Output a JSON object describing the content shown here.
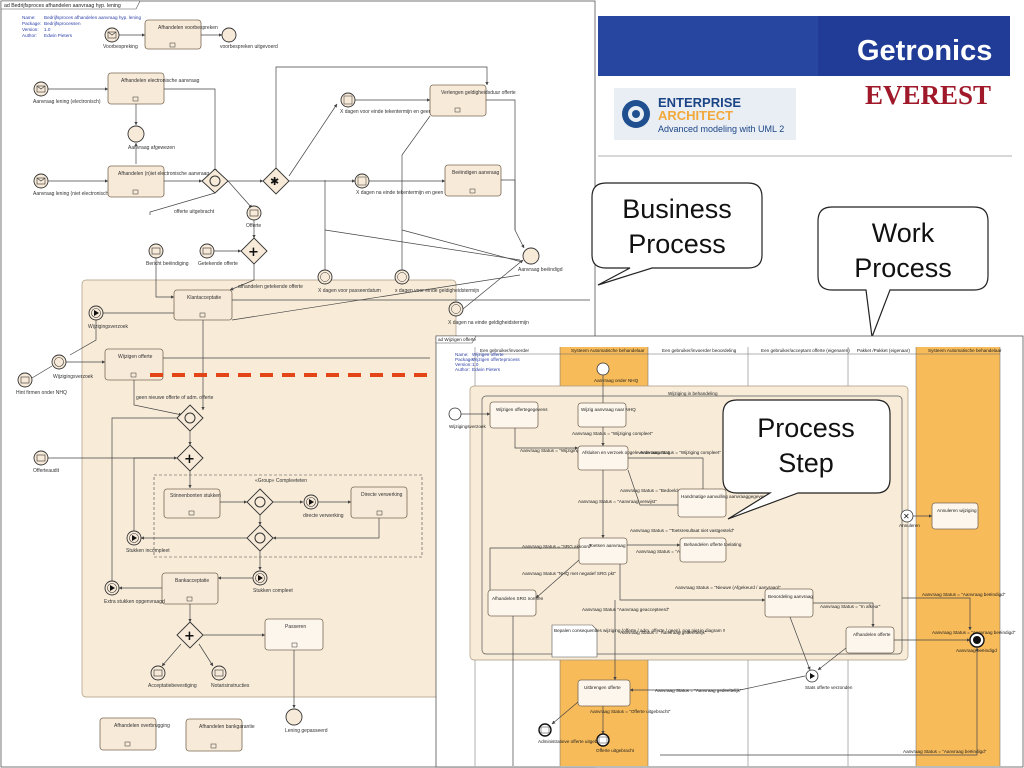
{
  "bp": {
    "frame_title": "ad Bedrijfsproces afhandelen aanvraag hyp. lening",
    "meta": {
      "name_label": "Name:",
      "name_val": "Bedrijfsproces afhandelen aanvraag hyp. lening",
      "pkg_label": "Package:",
      "pkg_val": "Bedrijfsprocessen",
      "ver_label": "Version:",
      "ver_val": "1.0",
      "author_label": "Author:",
      "author_val": "Edwin Pieters"
    },
    "events": {
      "voorbespreking": "Voorbespreking",
      "voorbespreking_done": "voorbespreken uitgevoerd",
      "aanvraag_elec": "Aanvraag lening (electronisch)",
      "aanvraag_afgewezen": "Aanvraag afgewezen",
      "aanvraag_niet_elec": "Aanvraag lening (niet electronisch)",
      "offerte": "Offerte",
      "offerte_uitgebracht": "offerte uitgebracht",
      "bericht_beeindiging": "Bericht beëindiging",
      "getekende_offerte": "Getekende offerte",
      "aanvraag_beeindigd": "Aanvraag beëindigd",
      "x_dagen_passeer": "X dagen voor passeerdatum",
      "x_dagen_einde": "x dagen voor einde geldigheidstermijn",
      "x_dagen_na": "X dagen na einde geldigheidstermijn",
      "afhandelen_getekende": "afhandelen getekende offerte",
      "wijzigingsverzoek": "Wijzigingsverzoek",
      "hint_niet_nhq": "Hint firmen onder NHQ",
      "wijzigingsverzoek2": "Wijzigingsverzoek",
      "offerteaudit": "Offerteaudit",
      "geen_nieuwe": "geen nieuwe offerte of adm. offerte",
      "directe_verwerking": "directe verwerking",
      "stukken_incompleet": "Stukken incompleet",
      "stukken_compleet": "Stukken compleet",
      "extra_stukken": "Extra stukken opgenvraagd",
      "acceptatiebevestiging": "Acceptatiebevestiging",
      "notarisinstructies": "Notarisinstructies",
      "lening_gepasseerd": "Lening gepasseerd"
    },
    "timer_labels": {
      "x_dagen_verlengen": "X dagen voor einde tekentermijn en geen getekende offerte",
      "x_dagen_beeindigen": "X dagen na einde tekentermijn en geen getekende offerte"
    },
    "tasks": {
      "afhandelen_voorbespreken": "Afhandelen voorbespreken",
      "afhandelen_elec": "Afhandelen electronische aanvraag",
      "afhandelen_niet_elec": "Afhandelen (n)iet electronische aanvraag",
      "verlengen": "Verlengen geldigheidsduur offerte",
      "beeindigen": "Beëindigen aanvraag",
      "klantacceptatie": "Klantacceptatie",
      "wijzigen_offerte": "Wijzigen offerte",
      "group": "«Group» Compleeteten",
      "stinnenbonten": "Stinnenbonten stukken",
      "directe_verwerking": "Directe verwerking",
      "bankacceptatie": "Bankacceptatie",
      "passeren": "Passeren",
      "afhandelen_overbugging": "Afhandelen overbrugging",
      "afhandelen_bankgarantie": "Afhandelen bankgarantie"
    }
  },
  "logos": {
    "getronics": "Getronics",
    "everest": "EVEREST",
    "ea_line1": "ENTERPRISE",
    "ea_line2": "ARCHITECT",
    "ea_line3": "Advanced modeling with UML 2"
  },
  "bubbles": {
    "business_l1": "Business",
    "business_l2": "Process",
    "work_l1": "Work",
    "work_l2": "Process",
    "step_l1": "Process",
    "step_l2": "Step"
  },
  "wp": {
    "frame_title": "ad Wijzigen offerte",
    "meta": {
      "name_label": "Name:",
      "name_val": "Wijzigen offerte",
      "pkg_label": "Package:",
      "pkg_val": "Wijzigen offerteprocess",
      "ver_label": "Version:",
      "ver_val": "1.0",
      "author_label": "Author:",
      "author_val": "Edwin Pieters"
    },
    "lanes": [
      "Een gebruiker/invoerder",
      "Systeem Automatische behandelaar",
      "Een gebruiker/invoerder beoordeling",
      "Een gebruiker/acceptant offerte (eigenaren)",
      "Pakket /Pakket (eigenaar)",
      "Systeem Automatische behandelaar"
    ],
    "labels": {
      "wijziging_in_behandeling": "Wijziging in behandeling",
      "aanvraag_onder_nhq": "Aanvraag onder NHQ",
      "wijzigingsverzoek": "Wijzigingsverzoek",
      "wijzigen_offertegegevens": "Wijzigen offertegegevens",
      "wijzig_aanvraag": "Wijzig aanvraag naar NHQ",
      "status_compleet": "Aanvraag Status = \"Wijziging compleet\"",
      "status_compleet2": "Aanvraag Status = \"Wijziging compleet\"",
      "afsluiten_verzoek": "Afsluiten en verzoek opgeleverde aanvraag",
      "status_compleet3": "Aanvraag Status = \"Wijziging compleet\"",
      "status_verwijst": "Aanvraag Status = \"Aanvraag verwijst\"",
      "status_bedoelde": "Aanvraag Status = \"Bedoelde Aanvraagbehandeling\"",
      "handmatige": "Handmatige aanvulling aanvraaggegevens",
      "toetsen": "Toetsen aanvraag",
      "status_toetsresultaat": "Aanvraag Status = \"Toetsresultaat niet vastgesteld\"",
      "status_geweigerd": "Aanvraag Status = \"Aanvraag geweigerd\"",
      "behandelen_offerte": "Behandelen offerte toelating",
      "status_srg": "Aanvraag Status = \"SRG akkoord\"",
      "status_nhq": "Aanvraag Status \"NHQ met negatief SRG pkt\"",
      "afhandelen_srg": "Afhandelen SRG normen",
      "status_nieuwe": "Aanvraag Status = \"Nieuwe (Afgekeurd / aanvraag)\"",
      "status_aanvraag_toestemming": "Aanvraag Status \"Aanvraag geaccepteerd\"",
      "bepalen": "Bepalen consequenties wijziging (offerte / adm. offerte / geen), nog niet in diagram !!",
      "status_gedeeltelijk": "Aanvraag Status = \"Aanvraag gedeeltelijk\"",
      "beoordeling": "Beoordeling aanvraag",
      "status_afgekeurd": "Aanvraag Status = \"In afkeur\"",
      "afhandelen_offerte": "Afhandelen offerte",
      "annuleren_wijziging": "Annuleren wijziging",
      "annuleren": "Annuleren",
      "status_beeindigd": "Aanvraag Status = \"Aanvraag beëindigd\"",
      "aanvraag_beeindigd": "Aanvraag beëindigd",
      "status_beeindigd2": "Aanvraag Status = \"Aanvraag beëindigd\"",
      "stats_offerte_verzonden": "Stats offerte verzonden",
      "uitbrengen_offerte": "Uitbrengen offerte",
      "status_gedeeltelijk2": "Aanvraag Status = \"Aanvraag gedeeltelijk\"",
      "status_offerte_uitgebracht": "Aanvraag Status = \"Offerte uitgebracht\"",
      "administratie_offerte": "Administratieve offerte uitgebracht",
      "offerte_uitgebracht": "Offerte uitgebracht",
      "status_beeindigd_bottom": "Aanvraag Status = \"Aanvraag beëindigd\""
    }
  }
}
